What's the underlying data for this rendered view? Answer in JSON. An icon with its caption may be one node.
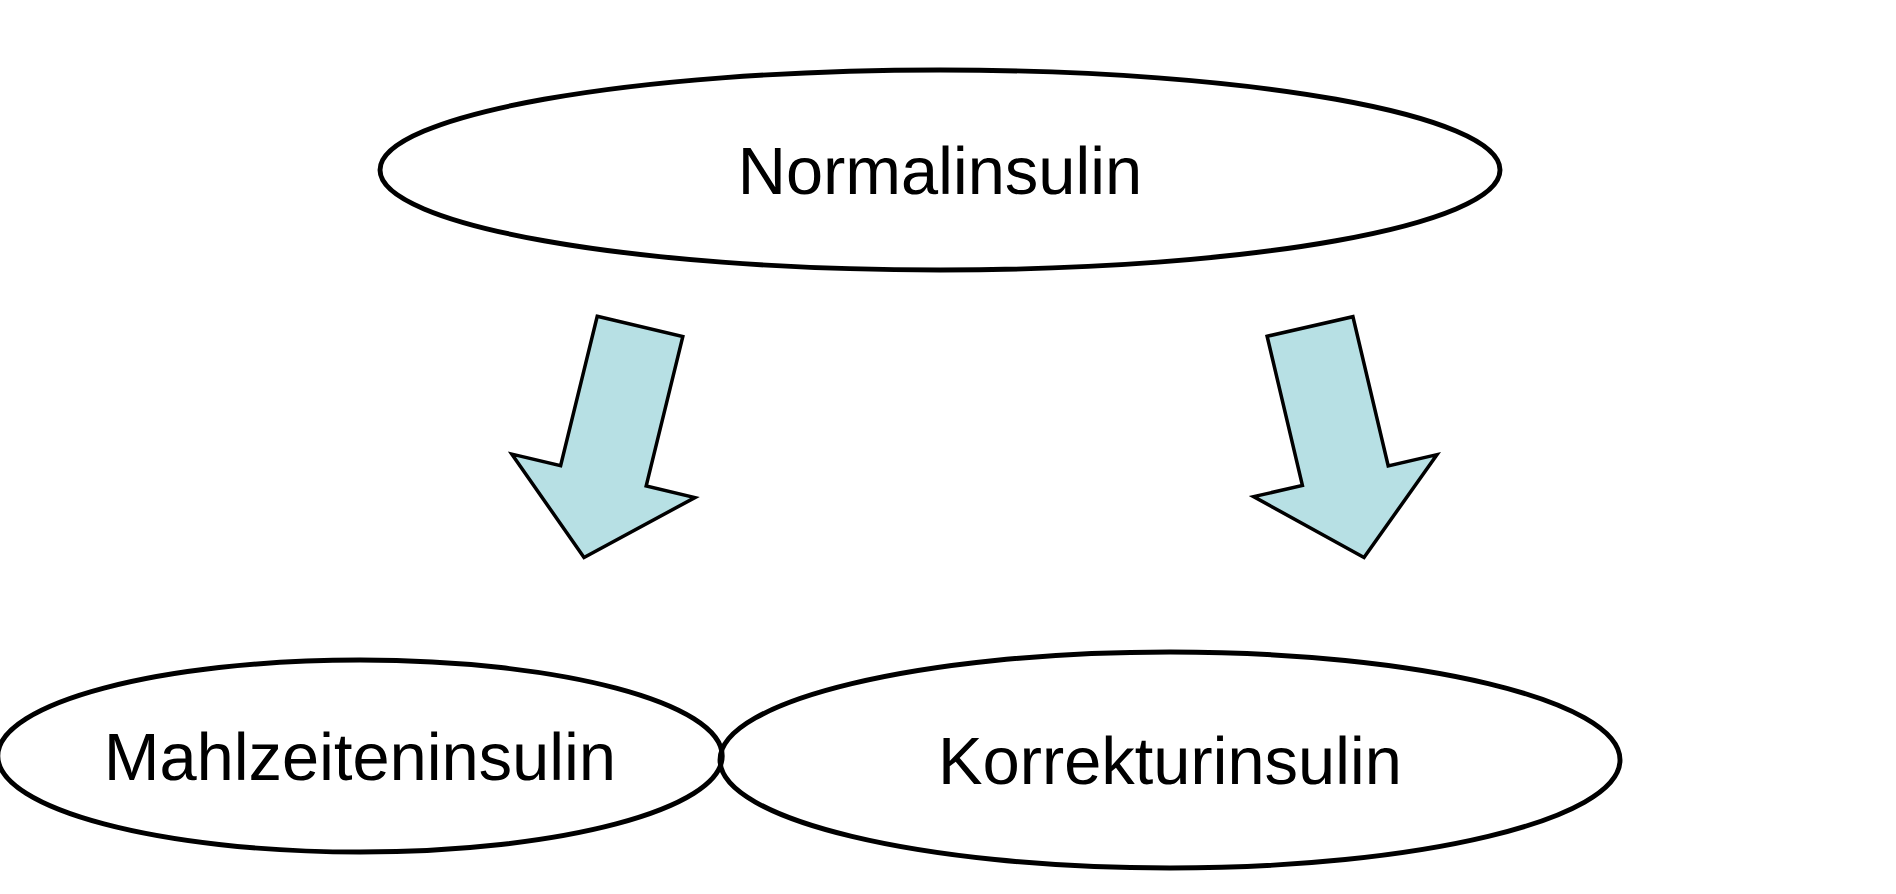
{
  "diagram": {
    "nodes": [
      {
        "text": [
          "Normalinsulin"
        ]
      },
      {
        "text": [
          "Mahlzeiteninsulin"
        ]
      },
      {
        "text": [
          "Korrekturinsulin"
        ]
      }
    ],
    "edges": [
      {
        "from": 0,
        "to": 1,
        "arrow": "to"
      },
      {
        "from": 0,
        "to": 2,
        "arrow": "to"
      }
    ]
  }
}
